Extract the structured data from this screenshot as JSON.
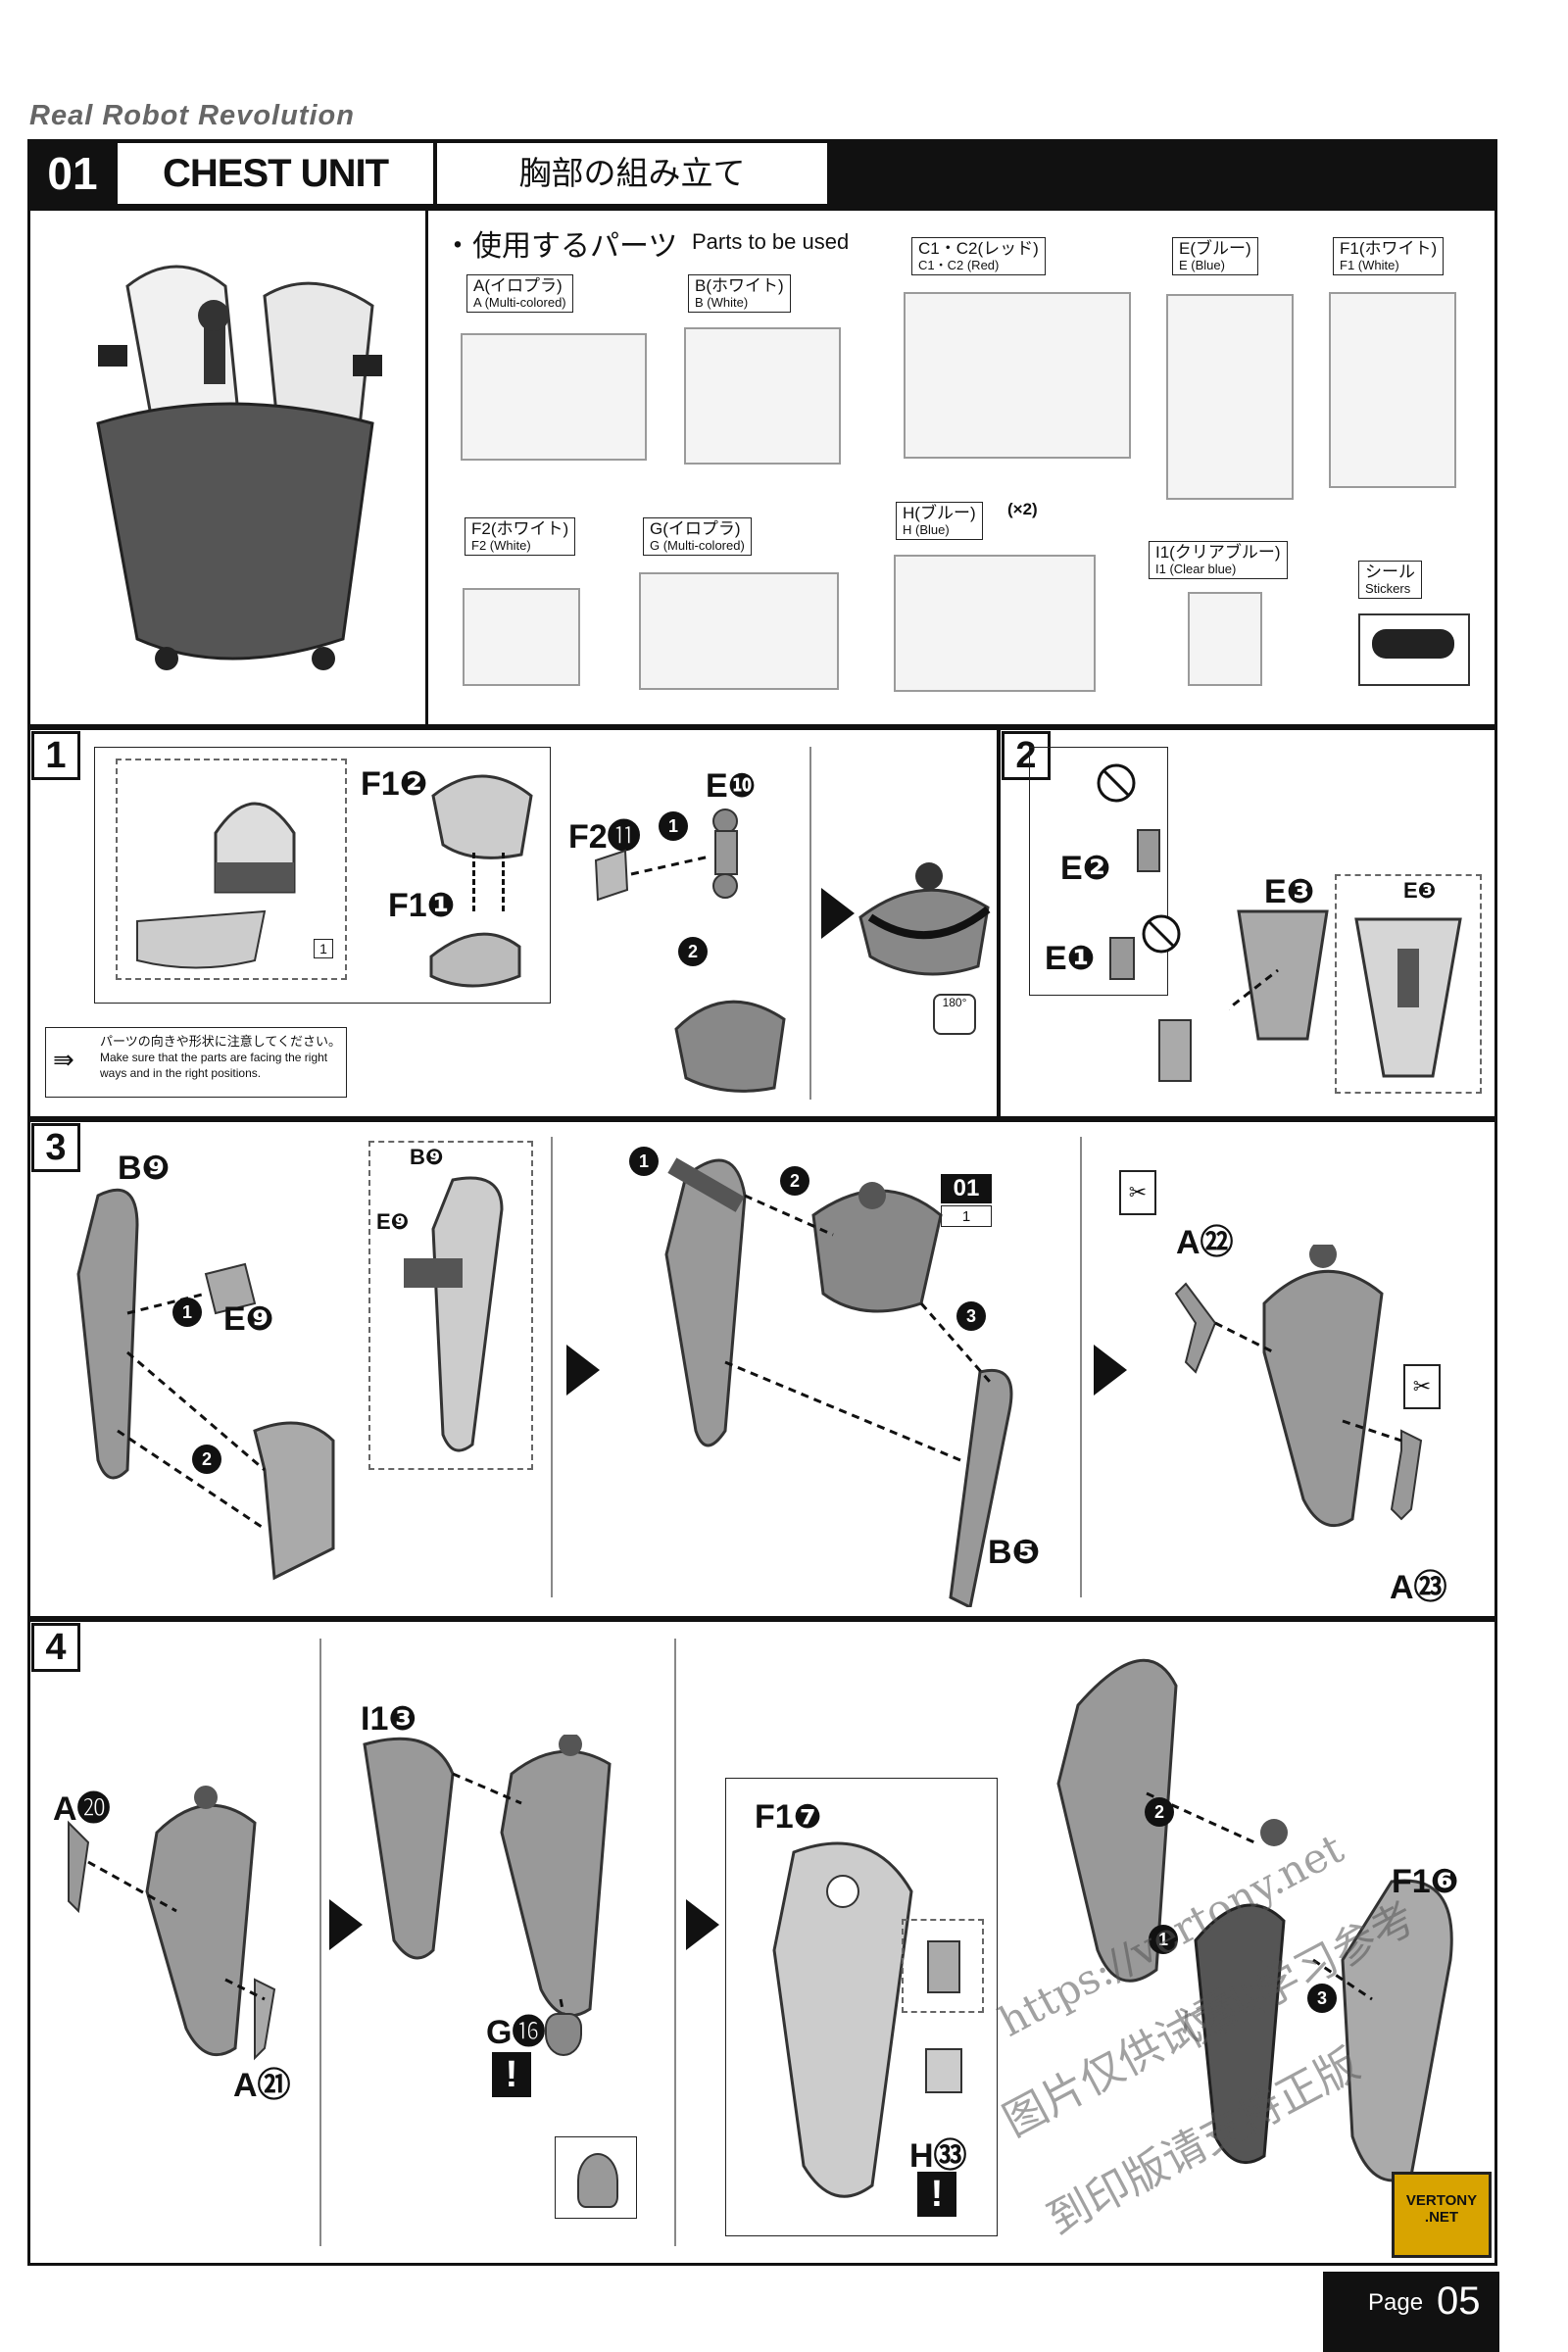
{
  "series_title": "Real Robot Revolution",
  "header": {
    "step": "01",
    "unit_name": "CHEST UNIT",
    "unit_name_jp": "胸部の組み立て"
  },
  "parts": {
    "heading_jp": "・使用するパーツ",
    "heading_en": "Parts to be used",
    "runners": [
      {
        "jp": "A(イロプラ)",
        "en": "A (Multi-colored)"
      },
      {
        "jp": "B(ホワイト)",
        "en": "B (White)"
      },
      {
        "jp": "C1・C2(レッド)",
        "en": "C1・C2 (Red)"
      },
      {
        "jp": "E(ブルー)",
        "en": "E (Blue)"
      },
      {
        "jp": "F1(ホワイト)",
        "en": "F1 (White)"
      },
      {
        "jp": "F2(ホワイト)",
        "en": "F2 (White)"
      },
      {
        "jp": "G(イロプラ)",
        "en": "G (Multi-colored)"
      },
      {
        "jp": "H(ブルー)",
        "en": "H (Blue)",
        "qty": "(×2)"
      },
      {
        "jp": "I1(クリアブルー)",
        "en": "I1 (Clear blue)"
      },
      {
        "jp": "シール",
        "en": "Stickers"
      }
    ]
  },
  "steps": {
    "s1": {
      "num": "1",
      "labels": [
        "F1❷",
        "F1❶",
        "F2⓫",
        "E❿"
      ],
      "seq": [
        "1",
        "2"
      ],
      "ref": "1",
      "rotate": "180°",
      "note_jp": "パーツの向きや形状に注意してください。",
      "note_en": "Make sure that the parts are facing the right ways and in the right positions."
    },
    "s2": {
      "num": "2",
      "labels": [
        "E❷",
        "E❶",
        "E❸",
        "E❸"
      ]
    },
    "s3": {
      "num": "3",
      "labels": [
        "B❾",
        "E❾",
        "B❾",
        "E❾",
        "B❺",
        "A㉒",
        "A㉓"
      ],
      "seq": [
        "1",
        "2",
        "1",
        "2",
        "3"
      ],
      "ref_top": "01",
      "ref_bottom": "1"
    },
    "s4": {
      "num": "4",
      "labels": [
        "A⓴",
        "A㉑",
        "I1❸",
        "G⓰",
        "F1❼",
        "H㉝",
        "F1❻"
      ],
      "seq": [
        "1",
        "2",
        "3"
      ],
      "bang": "!"
    }
  },
  "watermark": {
    "url": "https://vertony.net",
    "line1": "仅供学习参考",
    "line2": "图片仅供试看",
    "line3": "到印版请支持正版"
  },
  "badge": {
    "line1": "VERTONY",
    "line2": ".NET"
  },
  "page": {
    "label": "Page",
    "number": "05"
  }
}
